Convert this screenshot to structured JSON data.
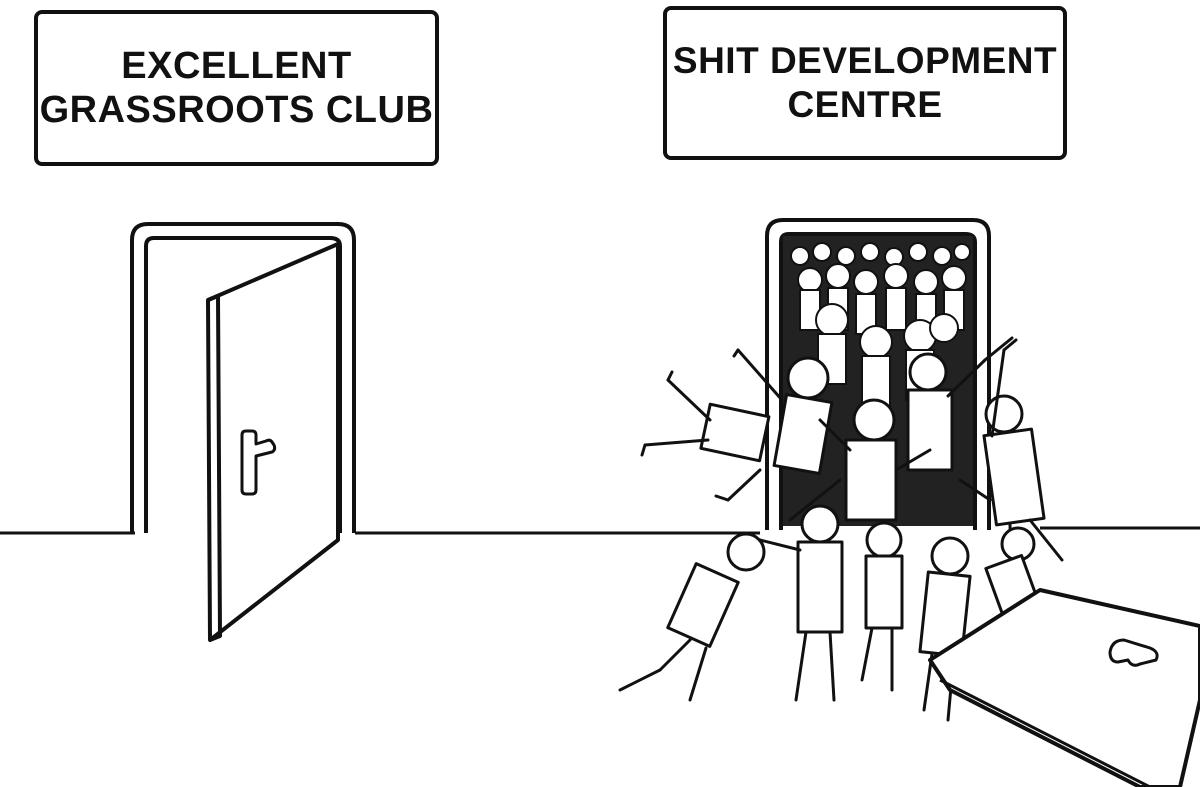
{
  "signs": {
    "left": {
      "line1": "EXCELLENT",
      "line2": "GRASSROOTS CLUB"
    },
    "right": {
      "line1": "SHIT DEVELOPMENT",
      "line2": "CENTRE"
    }
  },
  "colors": {
    "ink": "#111111",
    "paper": "#ffffff"
  },
  "icons": {
    "left_door": "open-door-icon",
    "right_door": "crowded-doorway-icon"
  }
}
